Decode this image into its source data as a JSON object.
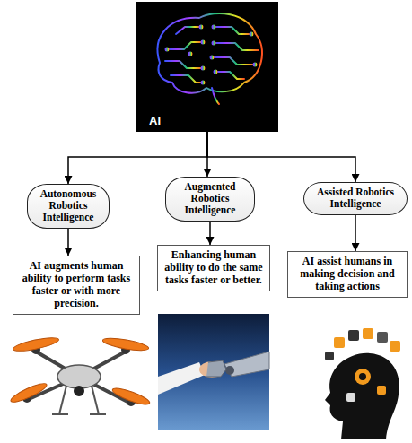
{
  "diagram": {
    "nodes": [
      {
        "text": [
          "AI"
        ]
      },
      {
        "text": [
          "Autonomous Robotics Intelligence"
        ]
      },
      {
        "text": [
          "Augmented Robotics Intelligence"
        ]
      },
      {
        "text": [
          "Assisted Robotics Intelligence"
        ]
      },
      {
        "text": [
          "AI augments human ability to perform tasks faster or with more precision."
        ]
      },
      {
        "text": [
          "Enhancing human ability to do the same tasks faster or better."
        ]
      },
      {
        "text": [
          "AI assist humans in making decision and taking actions"
        ]
      }
    ],
    "edges": [
      {
        "from": 0,
        "to": 1,
        "arrow": "to"
      },
      {
        "from": 0,
        "to": 2,
        "arrow": "to"
      },
      {
        "from": 0,
        "to": 3,
        "arrow": "to"
      },
      {
        "from": 1,
        "to": 4,
        "arrow": "to"
      },
      {
        "from": 2,
        "to": 5,
        "arrow": "to"
      },
      {
        "from": 3,
        "to": 6,
        "arrow": "to"
      }
    ]
  }
}
